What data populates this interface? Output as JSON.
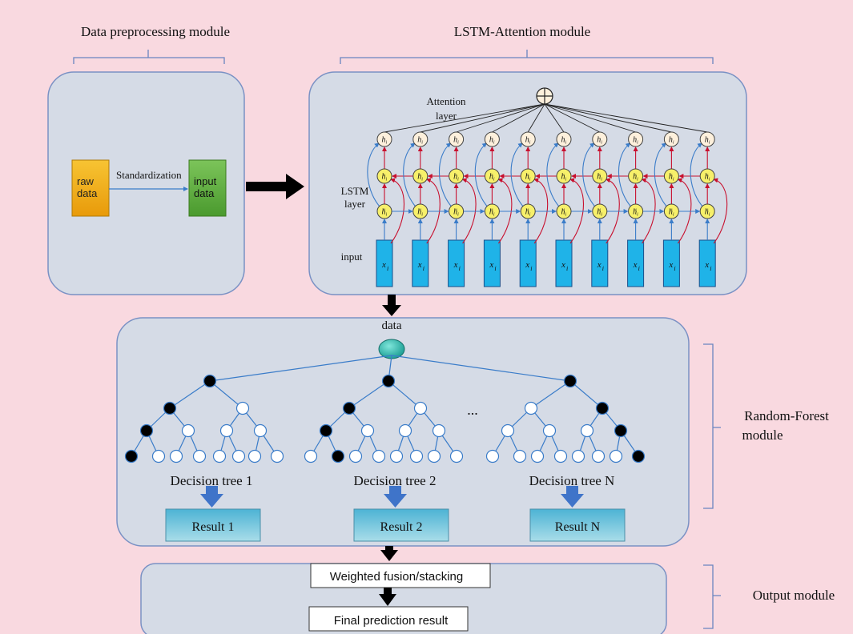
{
  "modules": {
    "preprocessing": {
      "title": "Data preprocessing module",
      "raw": [
        "raw",
        "data"
      ],
      "process": "Standardization",
      "input": [
        "input",
        "data"
      ]
    },
    "lstm": {
      "title": "LSTM-Attention module",
      "attention_label": [
        "Attention",
        "layer"
      ],
      "lstm_label": [
        "LSTM",
        "layer"
      ],
      "input_label": "input",
      "timesteps": 10,
      "hidden_symbol": "h",
      "input_symbol": "x",
      "subscript": "i"
    },
    "random_forest": {
      "label": [
        "Random-Forest",
        "module"
      ],
      "data_label": "data",
      "ellipsis": "...",
      "trees": [
        {
          "name": "Decision tree 1",
          "result": "Result 1"
        },
        {
          "name": "Decision tree 2",
          "result": "Result 2"
        },
        {
          "name": "Decision tree N",
          "result": "Result N"
        }
      ]
    },
    "output": {
      "label": "Output module",
      "fusion": "Weighted fusion/stacking",
      "final": "Final prediction result"
    }
  },
  "colors": {
    "background": "#f9d9e0",
    "module_fill": "#d5dbe6",
    "module_border": "#7a91c4",
    "raw_data": "#f0a90c",
    "input_data": "#5bab3c",
    "input_box": "#1fb3e8",
    "lstm_node": "#f7f06a",
    "attention_node": "#fdf0dc",
    "blue_arrow": "#3a7cc9",
    "red_arrow": "#c8102e",
    "result_box": "#6cc0d8",
    "root_node": "#23b3a8"
  }
}
